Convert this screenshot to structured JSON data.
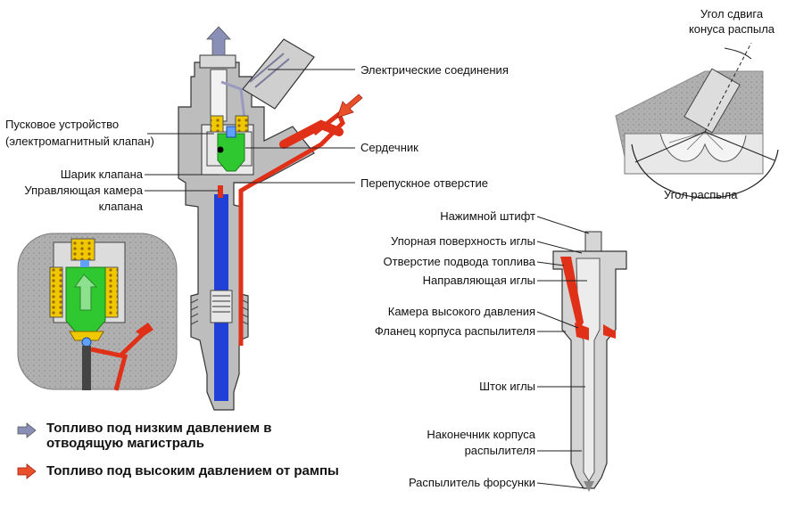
{
  "injector_labels": {
    "electrical_connections": "Электрические соединения",
    "starter_device_line1": "Пусковое устройство",
    "starter_device_line2": "(электромагнитный клапан)",
    "core": "Сердечник",
    "valve_ball": "Шарик клапана",
    "control_chamber_line1": "Управляющая камера",
    "control_chamber_line2": "клапана",
    "bypass_hole": "Перепускное отверстие"
  },
  "spray_labels": {
    "offset_angle_line1": "Угол сдвига",
    "offset_angle_line2": "конуса распыла",
    "spray_angle": "Угол распыла"
  },
  "nozzle_labels": {
    "pressure_pin": "Нажимной штифт",
    "needle_stop_surface": "Упорная поверхность иглы",
    "fuel_inlet_hole": "Отверстие подвода топлива",
    "needle_guide": "Направляющая иглы",
    "high_pressure_chamber": "Камера высокого давления",
    "nozzle_body_flange": "Фланец корпуса распылителя",
    "needle_stem": "Шток иглы",
    "nozzle_tip_line1": "Наконечник корпуса",
    "nozzle_tip_line2": "распылителя",
    "injector_nozzle": "Распылитель форсунки"
  },
  "legend": {
    "low_pressure_line1": "Топливо под низким давлением в",
    "low_pressure_line2": "отводящую магистраль",
    "high_pressure": "Топливо под высоким давлением от рампы"
  },
  "colors": {
    "low_pressure_arrow": "#8a8fb8",
    "high_pressure_arrow": "#e8502a",
    "fuel_high": "#e03018",
    "fuel_low": "#2040d8",
    "body_gray": "#b8b8b8",
    "solenoid_green": "#20c020",
    "spring_yellow": "#f0c800"
  }
}
